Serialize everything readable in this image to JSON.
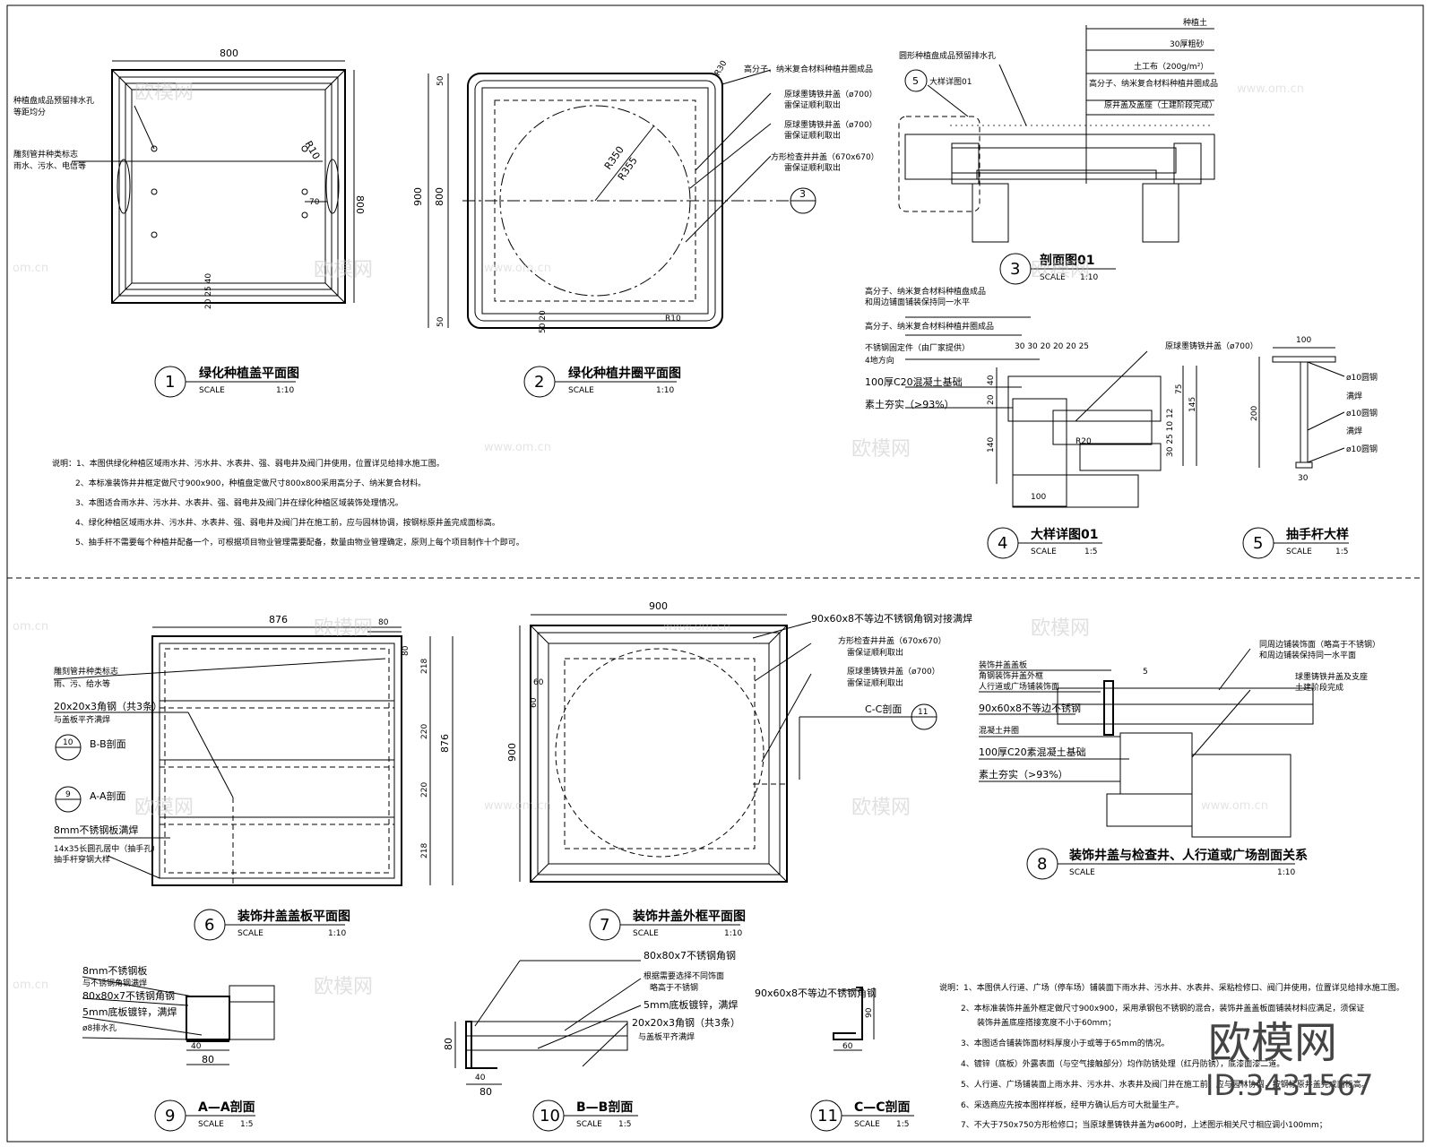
{
  "drawings": {
    "d1": {
      "num": "1",
      "title": "绿化种植盖平面图",
      "scale": "SCALE",
      "ratio": "1:10",
      "dim_w": "800",
      "dim_h": "800",
      "dim_r": "R10",
      "dim_70": "70",
      "dim_bottom": "20 25 40",
      "note1a": "种植盘成品预留排水孔",
      "note1b": "等距均分",
      "note2a": "雕刻管井种类标志",
      "note2b": "雨水、污水、电信等"
    },
    "d2": {
      "num": "2",
      "title": "绿化种植井圈平面图",
      "scale": "SCALE",
      "ratio": "1:10",
      "dim_h": "900",
      "dim_800": "800",
      "dim_50a": "50",
      "dim_50b": "50",
      "r350": "R350",
      "r355": "R355",
      "r30": "R30",
      "r10": "R10",
      "dim_bot": "50 20",
      "n1": "高分子、纳米复合材料种植井圈成品",
      "n2a": "原球墨铸铁井盖（ø700）",
      "n2b": "雷保证顺利取出",
      "n3a": "原球墨铸铁井盖（ø700）",
      "n3b": "雷保证顺利取出",
      "n4a": "方形检查井井盖（670x670）",
      "n4b": "雷保证顺利取出",
      "sec": "3"
    },
    "d3": {
      "num": "3",
      "title": "剖面图01",
      "scale": "SCALE",
      "ratio": "1:10",
      "l1": "种植土",
      "l2": "30厚粗砂",
      "l3": "土工布（200g/m²）",
      "l4": "高分子、纳米复合材料种植井圈成品",
      "l5": "原井盖及盖座（土建阶段完成）",
      "l6": "圆形种植盘成品预留排水孔",
      "ref_num": "5",
      "ref_txt": "大样详图01"
    },
    "d4": {
      "num": "4",
      "title": "大样详图01",
      "scale": "SCALE",
      "ratio": "1:5",
      "a1": "高分子、纳米复合材料种植盘成品",
      "a2": "和周边铺面铺装保持同一水平",
      "a3": "高分子、纳米复合材料种植井圈成品",
      "a4": "不锈钢固定件（由厂家提供）",
      "a5": "4地方向",
      "a6": "100厚C20混凝土基础",
      "a7": "素土夯实（>93%）",
      "a8": "原球墨铸铁井盖（ø700）",
      "d_top": "30 30 20 20 20 25",
      "d40": "40",
      "d20": "20",
      "d140": "140",
      "d100": "100",
      "d75": "75",
      "d145": "145",
      "d_side": "30 25 10 12",
      "r20": "R20"
    },
    "d5": {
      "num": "5",
      "title": "抽手杆大样",
      "scale": "SCALE",
      "ratio": "1:5",
      "d100": "100",
      "d200": "200",
      "d30": "30",
      "b1": "ø10圆钢",
      "b2": "满焊",
      "b3": "ø10圆钢",
      "b4": "满焊",
      "b5": "ø10圆钢"
    },
    "d6": {
      "num": "6",
      "title": "装饰井盖盖板平面图",
      "scale": "SCALE",
      "ratio": "1:10",
      "dim_w": "876",
      "dim_h": "876",
      "dim_80": "80",
      "dim_80b": "80",
      "d218a": "218",
      "d220a": "220",
      "d220b": "220",
      "d218b": "218",
      "c1a": "雕刻管井种类标志",
      "c1b": "雨、污、给水等",
      "c2a": "20x20x3角钢（共3条）",
      "c2b": "与盖板平齐满焊",
      "s10n": "10",
      "s10t": "B-B剖面",
      "s9n": "9",
      "s9t": "A-A剖面",
      "c3": "8mm不锈钢板满焊",
      "c4a": "14x35长圆孔居中（抽手孔）",
      "c4b": "抽手杆穿钢大样"
    },
    "d7": {
      "num": "7",
      "title": "装饰井盖外框平面图",
      "scale": "SCALE",
      "ratio": "1:10",
      "dim_w": "900",
      "dim_h": "900",
      "d60": "60",
      "d60b": "60",
      "e1": "90x60x8不等边不锈钢角钢对接满焊",
      "e2a": "方形检查井井盖（670x670）",
      "e2b": "雷保证顺利取出",
      "e3a": "原球墨铸铁井盖（ø700）",
      "e3b": "雷保证顺利取出",
      "s11t": "C-C剖面",
      "s11n": "11"
    },
    "d8": {
      "num": "8",
      "title": "装饰井盖与检查井、人行道或广场剖面关系",
      "scale": "SCALE",
      "ratio": "1:10",
      "f1": "装饰井盖盖板",
      "f2": "角钢装饰井盖外框",
      "f3": "人行道或广场铺装饰面",
      "f4": "90x60x8不等边不锈钢",
      "f5": "混凝土井圈",
      "f6": "100厚C20素混凝土基础",
      "f7": "素土夯实（>93%）",
      "f8": "5",
      "g1": "同周边铺装饰面（略高于不锈钢）",
      "g2": "和周边铺装保持同一水平面",
      "g3": "球墨铸铁井盖及支座",
      "g4": "土建阶段完成"
    },
    "d9": {
      "num": "9",
      "title": "A—A剖面",
      "scale": "SCALE",
      "ratio": "1:5",
      "h1": "8mm不锈钢板",
      "h2": "与不锈钢角钢满焊",
      "h3": "80x80x7不锈钢角钢",
      "h4": "5mm底板镀锌，满焊",
      "h5": "ø8排水孔",
      "d40": "40",
      "d80": "80"
    },
    "d10": {
      "num": "10",
      "title": "B—B剖面",
      "scale": "SCALE",
      "ratio": "1:5",
      "i1": "80x80x7不锈钢角钢",
      "i2": "根据需要选择不同饰面",
      "i3": "略高于不锈钢",
      "i4": "5mm底板镀锌，满焊",
      "i5": "20x20x3角钢（共3条）",
      "i6": "与盖板平齐满焊",
      "d80": "80",
      "d40": "40",
      "d80b": "80"
    },
    "d11": {
      "num": "11",
      "title": "C—C剖面",
      "scale": "SCALE",
      "ratio": "1:5",
      "j1": "90x60x8不等边不锈钢角钢",
      "d90": "90",
      "d60": "60"
    }
  },
  "notes_top": [
    "说明：1、本图供绿化种植区域雨水井、污水井、水表井、强、弱电井及阀门井使用，位置详见给排水施工图。",
    "2、本标准装饰井井框定做尺寸900x900，种植盘定做尺寸800x800采用高分子、纳米复合材料。",
    "3、本图适合雨水井、污水井、水表井、强、弱电井及阀门井在绿化种植区域装饰处理情况。",
    "4、绿化种植区域雨水井、污水井、水表井、强、弱电井及阀门井在施工前，应与园林协调，按钢标原井盖完成面标高。",
    "5、抽手杆不需要每个种植井配备一个，可根据项目物业管理需要配备，数量由物业管理确定，原则上每个项目制作十个即可。"
  ],
  "notes_bottom": [
    "说明：1、本图供人行道、广场（停车场）铺装面下雨水井、污水井、水表井、采粘检修口、阀门井使用，位置详见给排水施工图。",
    "2、本标准装饰井盖外框定做尺寸900x900，采用承钢包不锈钢的混合，装饰井盖盖板面铺装材料应满足，须保证",
    "装饰井盖底座搭接宽度不小于60mm；",
    "3、本图适合铺装饰面材料厚度小于或等于65mm的情况。",
    "4、镀锌（底板）外露表面（与空气接触部分）均作防锈处理（红丹防锈），底漆面漆二道。",
    "5、人行道、广场铺装面上雨水井、污水井、水表井及阀门井在施工前，应与园林协调，按钢标原井盖完成面标高。",
    "6、采选商应先按本图样样板，经甲方确认后方可大批量生产。",
    "7、不大于750x750方形检修口；当原球墨铸铁井盖为ø600时，上述图示相关尺寸相应调小100mm；"
  ],
  "watermarks": {
    "cn": "欧模网",
    "url": "www.om.cn",
    "cn_short": "om.cn"
  },
  "brand": {
    "name": "欧模网",
    "id": "ID:3431567"
  }
}
